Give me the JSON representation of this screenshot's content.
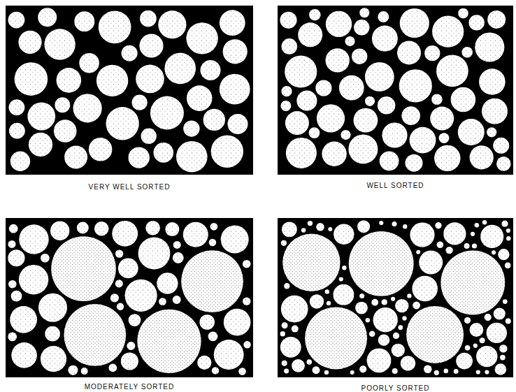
{
  "diagram": {
    "labels": [
      "VERY WELL SORTED",
      "WELL SORTED",
      "MODERATELY SORTED",
      "POORLY SORTED"
    ]
  }
}
